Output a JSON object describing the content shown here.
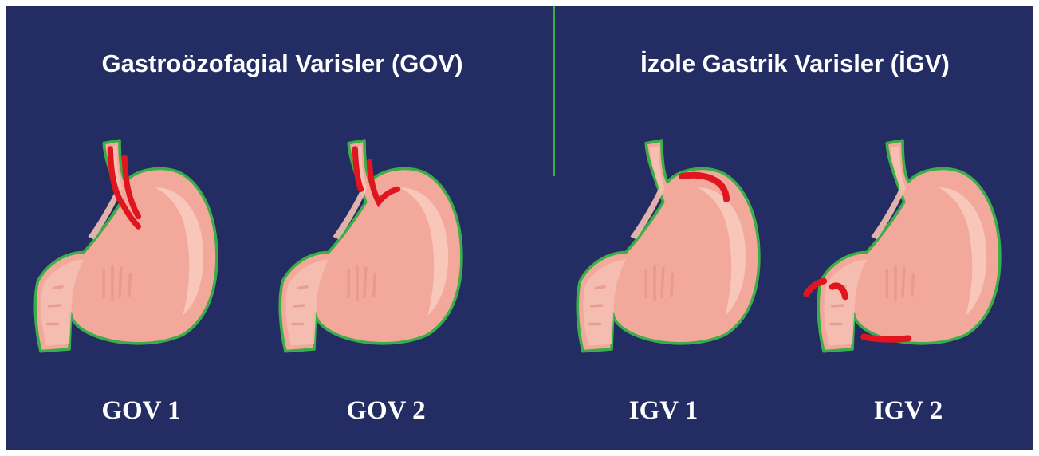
{
  "headings": {
    "gov": "Gastroözofagial Varisler (GOV)",
    "igv": "İzole Gastrik Varisler (İGV)"
  },
  "figures": [
    {
      "label": "GOV 1",
      "varix_sites": [
        "esophagus-lesser-curvature"
      ]
    },
    {
      "label": "GOV 2",
      "varix_sites": [
        "esophagus",
        "fundus-cardia"
      ]
    },
    {
      "label": "IGV 1",
      "varix_sites": [
        "fundus"
      ]
    },
    {
      "label": "IGV 2",
      "varix_sites": [
        "antrum",
        "pylorus",
        "greater-curvature"
      ]
    }
  ],
  "colors": {
    "background": "#232d63",
    "divider": "#3cae49",
    "outline": "#3cae49",
    "stomach": "#f2a99c",
    "mucosa": "#fbd4c8",
    "varix": "#e01520"
  }
}
